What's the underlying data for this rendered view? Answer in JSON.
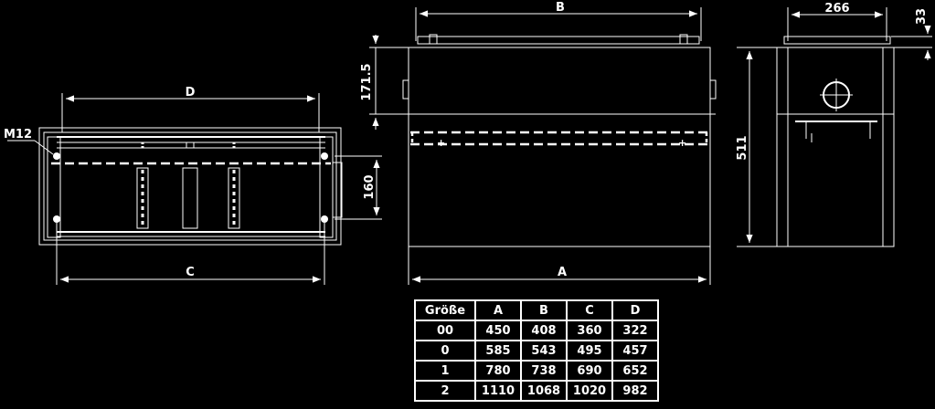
{
  "labels": {
    "D": "D",
    "C": "C",
    "M12": "M12",
    "dim_160": "160",
    "B": "B",
    "A": "A",
    "dim_171_5": "171.5",
    "dim_266": "266",
    "dim_33": "33",
    "dim_511": "511"
  },
  "table": {
    "headers": [
      "Größe",
      "A",
      "B",
      "C",
      "D"
    ],
    "rows": [
      [
        "00",
        "450",
        "408",
        "360",
        "322"
      ],
      [
        "0",
        "585",
        "543",
        "495",
        "457"
      ],
      [
        "1",
        "780",
        "738",
        "690",
        "652"
      ],
      [
        "2",
        "1110",
        "1068",
        "1020",
        "982"
      ]
    ]
  }
}
